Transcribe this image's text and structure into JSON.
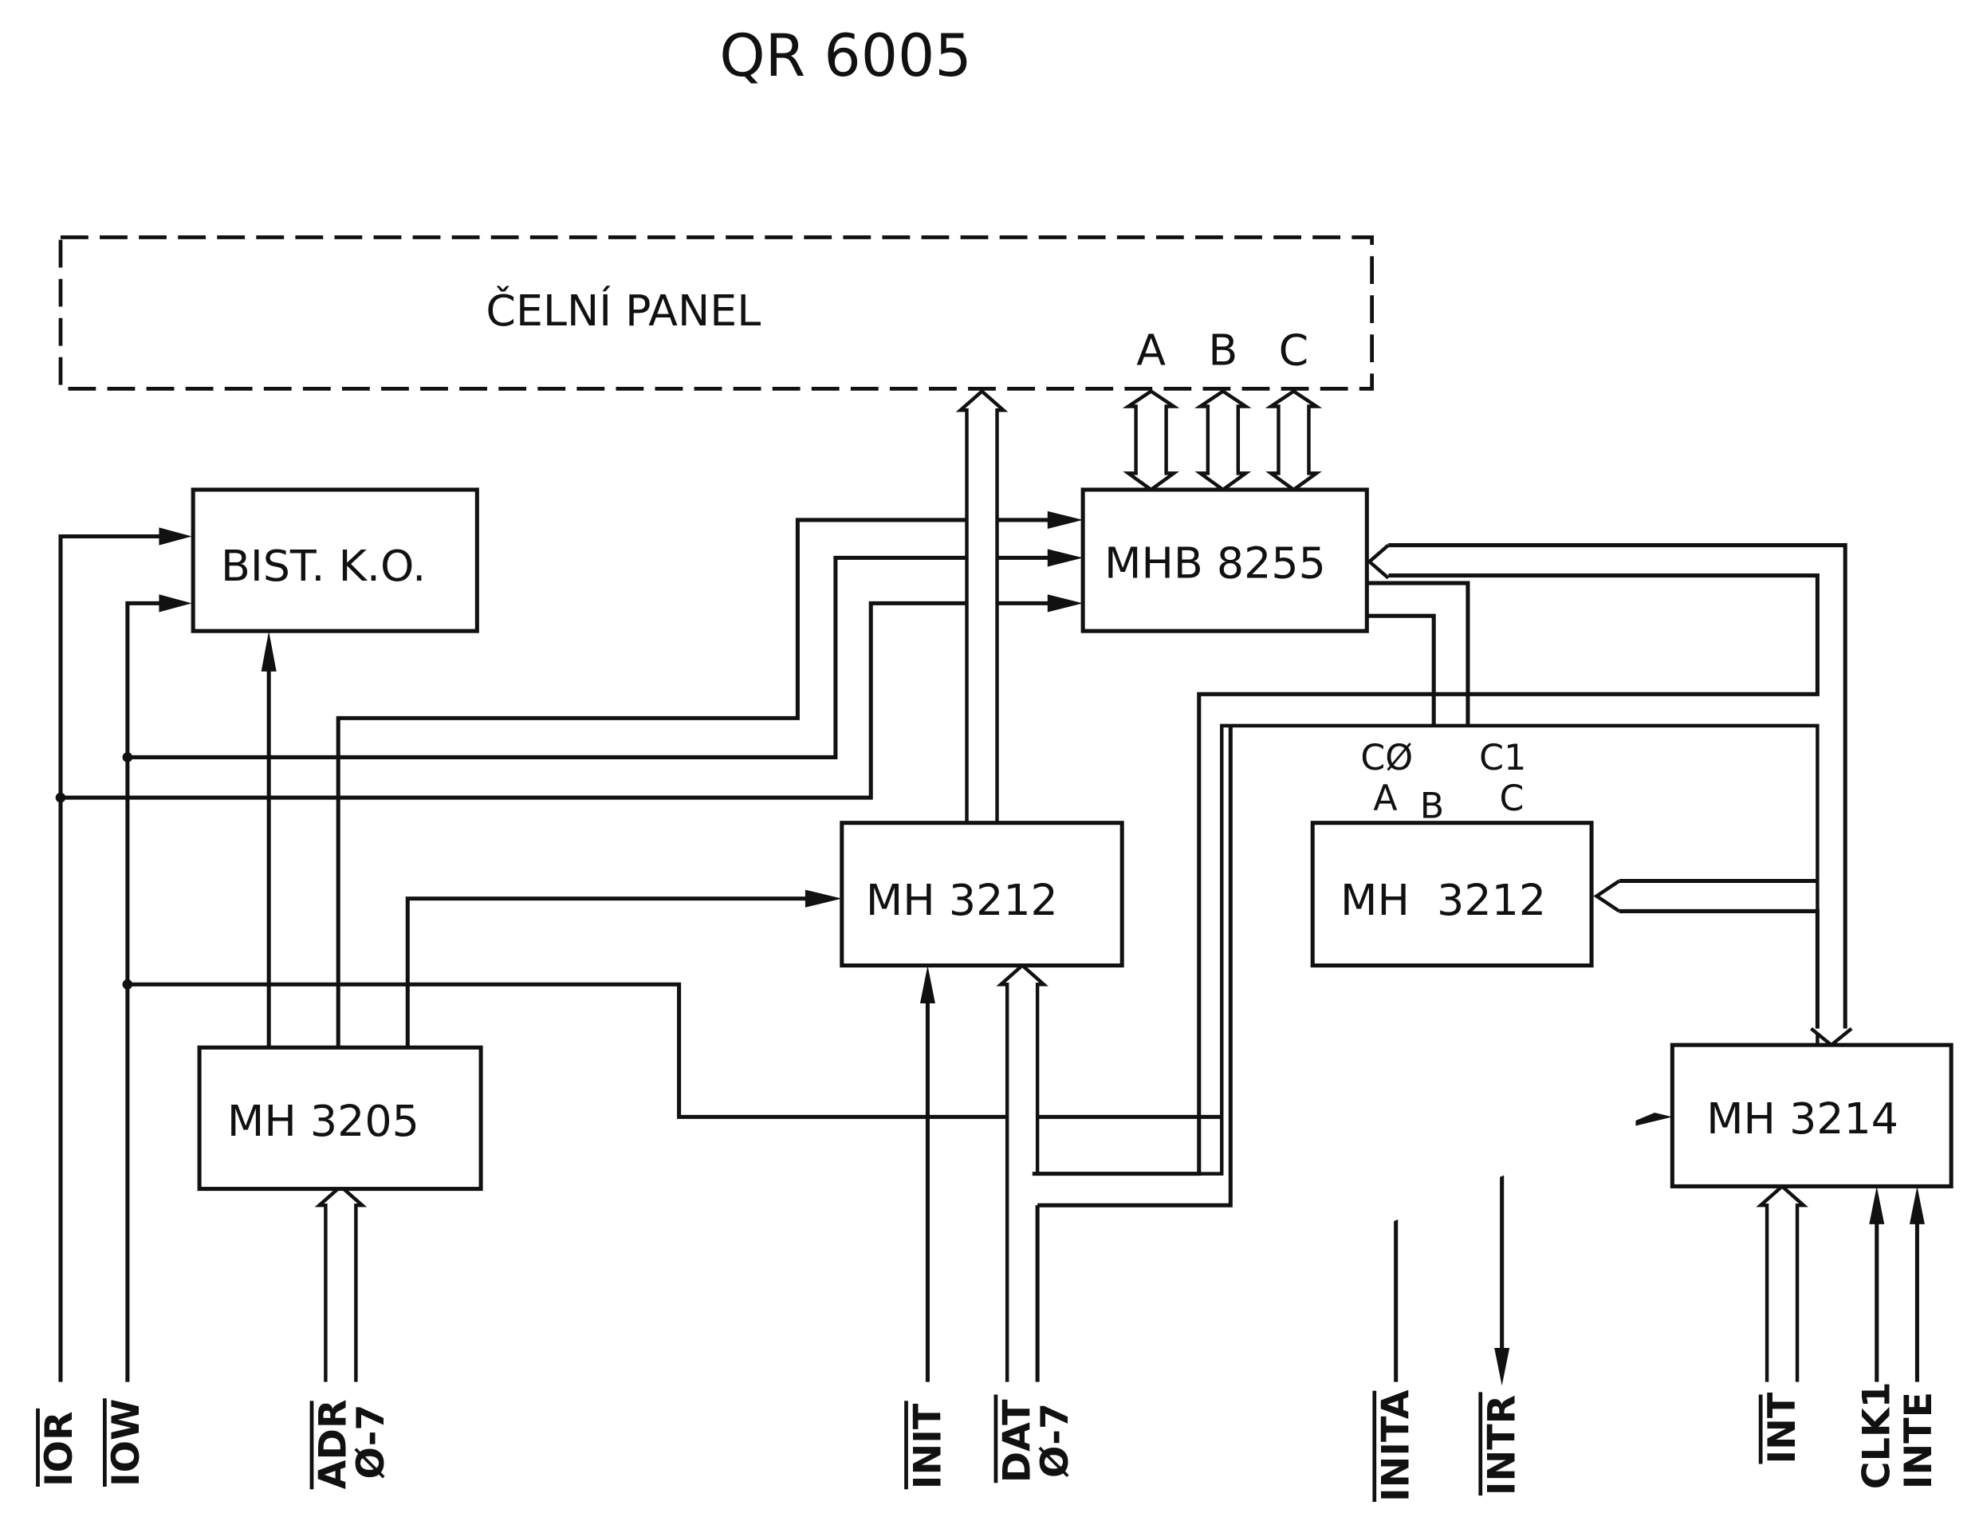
{
  "title": "QR 6005",
  "panel": {
    "label": "ČELNÍ PANEL",
    "ports": [
      "A",
      "B",
      "C"
    ]
  },
  "blocks": {
    "bist": "BIST. K.O.",
    "ppi": "MHB 8255",
    "latch_left": "MH 3212",
    "latch_right": "MH  3212",
    "decoder": "MH 3205",
    "interrupt": "MH 3214"
  },
  "latch_right_pins": {
    "c0": "CØ",
    "c1": "C1",
    "a": "A",
    "b": "B",
    "c": "C"
  },
  "signals": [
    {
      "id": "ior",
      "text": "IOR",
      "overline": true
    },
    {
      "id": "iow",
      "text": "IOW",
      "overline": true
    },
    {
      "id": "adr",
      "text": "ADR",
      "overline": true,
      "sub": "Ø-7"
    },
    {
      "id": "init",
      "text": "INIT",
      "overline": true
    },
    {
      "id": "dat",
      "text": "DAT",
      "overline": true,
      "sub": "Ø-7"
    },
    {
      "id": "inita",
      "text": "INITA",
      "overline": true
    },
    {
      "id": "intr",
      "text": "INTR",
      "overline": true
    },
    {
      "id": "int",
      "text": "INT",
      "overline": true
    },
    {
      "id": "clk1",
      "text": "CLK1",
      "overline": false
    },
    {
      "id": "inte",
      "text": "INTE",
      "overline": false
    }
  ]
}
